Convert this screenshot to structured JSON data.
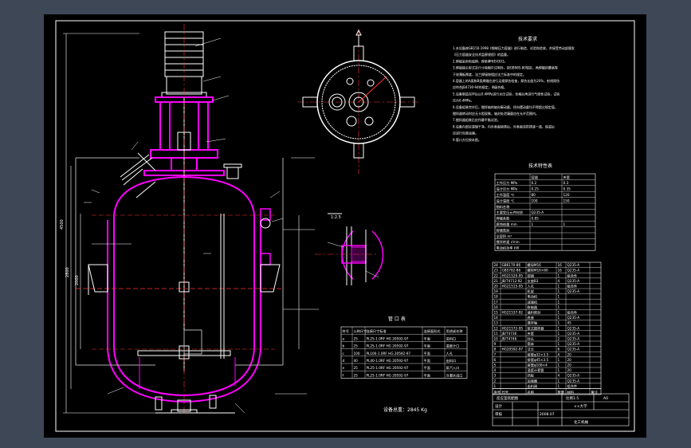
{
  "colors": {
    "background": "#3d4756",
    "sheet": "#000000",
    "line": "#ffffff",
    "vessel": "#ff00ff",
    "hidden": "#ff3333",
    "gray": "#b0b0b0"
  },
  "notes": {
    "title": "技术要求",
    "lines": [
      "1.本设备按GB150-1998《钢制压力容器》进行制造、试验和验收，并接受劳动部颁发",
      "  《压力容器安全技术监察规程》的监督。",
      "2.焊接采用电弧焊，焊条牌号E4303。",
      "3.焊接接头型式及尺寸除图中注明外，按GB985-80规定，角焊缝的腰高等",
      "  于较薄板厚度，法兰焊接按相应法兰标准中的规定。",
      "4.容器上的A类和B类焊缝应进行无损探伤检查，探伤长度为20%，射线探伤",
      "  应符合JB4730-94的规定，III级合格。",
      "5.设备制造完毕后以0.4MPa进行水压试验，合格后再进行气密性试验，试验",
      "  压力0.4MPa。",
      "6.设备组装完毕后，搅拌轴的轴向窜动量，径向摆动量均不得超过规定值，",
      "  搅拌器转动时应无卡阻现象，轴封处泄漏量应在允许范围内。",
      "7.搅拌器组装后应作静平衡试验。",
      "8.设备内部应清理干净，内外表面除锈后，外表面涂防锈漆一道，保温后",
      "  应进行包装运输。",
      "9.管口方位按本图。"
    ]
  },
  "tech_table": {
    "title": "技术特性表",
    "headers": [
      "",
      "容器",
      "夹套"
    ],
    "rows": [
      [
        "工作压力 MPa",
        "0.2",
        "0.3"
      ],
      [
        "设计压力 MPa",
        "0.25",
        "0.35"
      ],
      [
        "工作温度 ℃",
        "80",
        "120"
      ],
      [
        "设计温度 ℃",
        "100",
        "150"
      ],
      [
        "物料名称",
        "",
        ""
      ],
      [
        "主要受压元件材质",
        "Q235-A",
        ""
      ],
      [
        "焊缝系数",
        "0.85",
        ""
      ],
      [
        "腐蚀裕量 mm",
        "1",
        "1"
      ],
      [
        "容器类别",
        "",
        ""
      ],
      [
        "全容积 m³",
        "",
        ""
      ],
      [
        "搅拌转速 r/min",
        "",
        ""
      ],
      [
        "电动机功率 kW",
        "",
        ""
      ]
    ]
  },
  "nozzle_table": {
    "title": "管 口 表",
    "headers": [
      "符号",
      "公称尺寸",
      "连接尺寸标准",
      "连接面形式",
      "用途或名称"
    ],
    "rows": [
      [
        "a",
        "25",
        "PL25-1.0RF HG 20592-97",
        "平面",
        "进料口"
      ],
      [
        "b",
        "25",
        "PL25-1.0RF HG 20592-97",
        "平面",
        "温度计口"
      ],
      [
        "c",
        "100",
        "PL100-1.0RF HG 20592-97",
        "平面",
        "人孔"
      ],
      [
        "d",
        "40",
        "PL40-1.0RF HG 20592-97",
        "平面",
        "出料口"
      ],
      [
        "e",
        "25",
        "PL25-1.0RF HG 20592-97",
        "平面",
        "蒸汽入口"
      ],
      [
        "f",
        "25",
        "PL25-1.0RF HG 20592-97",
        "平面",
        "冷凝水出口"
      ]
    ]
  },
  "weight": "设备总重：2845 Kg",
  "parts_table": {
    "rows": [
      [
        "24",
        "GB6170-86",
        "螺母M16",
        "16",
        "Q235-A",
        ""
      ],
      [
        "23",
        "GB5782-86",
        "螺栓M16×60",
        "16",
        "Q235-A",
        ""
      ],
      [
        "22",
        "HG21529-95",
        "视镜",
        "1",
        "组合件",
        ""
      ],
      [
        "21",
        "JB/T4712-92",
        "支座B3",
        "4",
        "Q235-A",
        ""
      ],
      [
        "20",
        "HG21515-95",
        "人孔",
        "1",
        "组合件",
        ""
      ],
      [
        "19",
        "",
        "机架",
        "1",
        "Q235-A",
        ""
      ],
      [
        "18",
        "",
        "电动机",
        "1",
        "",
        ""
      ],
      [
        "17",
        "",
        "减速机",
        "1",
        "",
        ""
      ],
      [
        "16",
        "",
        "联轴器",
        "1",
        "",
        ""
      ],
      [
        "15",
        "HG21537-92",
        "填料密封",
        "1",
        "组合件",
        ""
      ],
      [
        "14",
        "",
        "底座",
        "1",
        "Q235-A",
        ""
      ],
      [
        "13",
        "",
        "搅拌轴",
        "1",
        "45",
        ""
      ],
      [
        "12",
        "HG21572-95",
        "桨式搅拌器",
        "1",
        "Q235-A",
        ""
      ],
      [
        "11",
        "JB/T4736",
        "夹套",
        "1",
        "Q235-A",
        ""
      ],
      [
        "10",
        "JB/T4746",
        "封头",
        "2",
        "Q235-A",
        ""
      ],
      [
        "9",
        "",
        "筒体",
        "1",
        "Q235-A",
        ""
      ],
      [
        "8",
        "HG20592-97",
        "法兰",
        "6",
        "Q235-A",
        ""
      ],
      [
        "7",
        "",
        "接管φ32×3.5",
        "4",
        "20",
        ""
      ],
      [
        "6",
        "",
        "接管φ45×3.5",
        "1",
        "20",
        ""
      ],
      [
        "5",
        "",
        "接管φ108×4",
        "1",
        "20",
        ""
      ],
      [
        "4",
        "",
        "温度计套管",
        "1",
        "20",
        ""
      ],
      [
        "3",
        "",
        "挡板",
        "4",
        "Q235-A",
        ""
      ],
      [
        "2",
        "",
        "加强圈",
        "1",
        "Q235-A",
        ""
      ],
      [
        "1",
        "",
        "出料阀",
        "1",
        "组合件",
        ""
      ]
    ],
    "footer_heads": [
      "序号",
      "代号",
      "名称",
      "数量",
      "材料",
      "备注"
    ]
  },
  "title_block": {
    "drawing_name": "反应釜装配图",
    "scale": "比例1:5",
    "sheet": "A0",
    "designer": "设计",
    "checker": "审核",
    "school": "××大学",
    "date": "2008.07",
    "cls": "化工机械"
  },
  "section_mark": "1:2.5",
  "dims": {
    "total_height": "4500",
    "body_height": "2800",
    "jacket": "2000"
  }
}
